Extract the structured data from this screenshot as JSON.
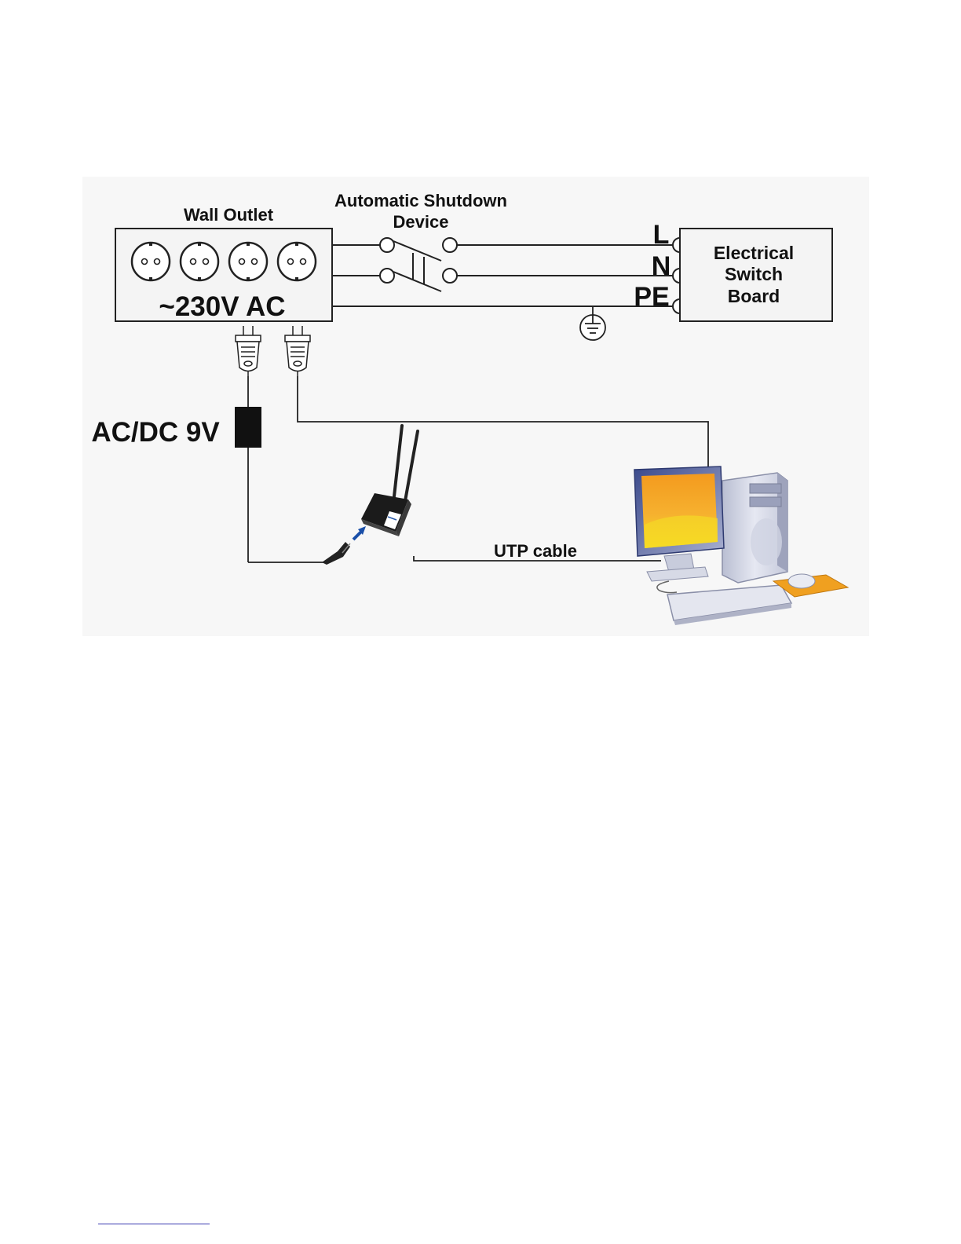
{
  "labels": {
    "wall_outlet": "Wall Outlet",
    "voltage": "~230V AC",
    "shutdown_line1": "Automatic Shutdown",
    "shutdown_line2": "Device",
    "line_l": "L",
    "line_n": "N",
    "line_pe": "PE",
    "switchboard_line1": "Electrical",
    "switchboard_line2": "Switch",
    "switchboard_line3": "Board",
    "adapter": "AC/DC 9V",
    "utp_cable": "UTP cable"
  },
  "icons": {
    "socket": "schuko-socket-icon",
    "ground": "ground-symbol-icon",
    "plug": "power-plug-icon",
    "adapter": "power-adapter-icon",
    "router": "wireless-router-icon",
    "computer": "desktop-computer-icon"
  },
  "colors": {
    "line": "#222222",
    "panel_bg": "#f6f6f6",
    "monitor_screen": "#f4a623",
    "mousepad": "#f0a020",
    "arrow": "#1a4fa8",
    "footnote_rule": "#3a3ab0"
  }
}
